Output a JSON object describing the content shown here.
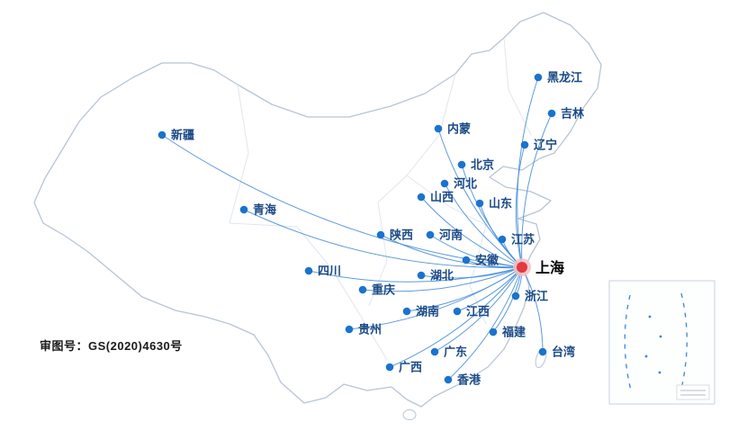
{
  "map": {
    "caption": "审图号：GS(2020)4630号",
    "colors": {
      "line": "#4a90d9",
      "dot": "#1973cf",
      "label": "#1b4a87",
      "hub_dot": "#e2383f",
      "hub_glow": "#f3bfc3",
      "hub_label_color": "#000000",
      "outline": "#b7c5d4"
    },
    "hub": {
      "name": "上海",
      "dot": [
        580,
        297
      ]
    },
    "provinces": [
      {
        "name": "黑龙江",
        "dot": [
          598,
          86
        ]
      },
      {
        "name": "吉林",
        "dot": [
          613,
          126
        ]
      },
      {
        "name": "辽宁",
        "dot": [
          583,
          161
        ]
      },
      {
        "name": "内蒙",
        "dot": [
          487,
          143
        ]
      },
      {
        "name": "新疆",
        "dot": [
          180,
          150
        ]
      },
      {
        "name": "北京",
        "dot": [
          513,
          183
        ]
      },
      {
        "name": "河北",
        "dot": [
          494,
          204
        ]
      },
      {
        "name": "山西",
        "dot": [
          468,
          219
        ]
      },
      {
        "name": "山东",
        "dot": [
          533,
          226
        ]
      },
      {
        "name": "青海",
        "dot": [
          271,
          233
        ]
      },
      {
        "name": "陕西",
        "dot": [
          423,
          261
        ]
      },
      {
        "name": "河南",
        "dot": [
          478,
          261
        ]
      },
      {
        "name": "江苏",
        "dot": [
          558,
          266
        ]
      },
      {
        "name": "安徽",
        "dot": [
          518,
          289
        ]
      },
      {
        "name": "四川",
        "dot": [
          343,
          301
        ]
      },
      {
        "name": "湖北",
        "dot": [
          468,
          306
        ]
      },
      {
        "name": "重庆",
        "dot": [
          403,
          322
        ]
      },
      {
        "name": "浙江",
        "dot": [
          573,
          329
        ]
      },
      {
        "name": "湖南",
        "dot": [
          452,
          346
        ]
      },
      {
        "name": "江西",
        "dot": [
          508,
          346
        ]
      },
      {
        "name": "贵州",
        "dot": [
          388,
          366
        ]
      },
      {
        "name": "福建",
        "dot": [
          548,
          369
        ]
      },
      {
        "name": "广东",
        "dot": [
          483,
          391
        ]
      },
      {
        "name": "台湾",
        "dot": [
          603,
          391
        ]
      },
      {
        "name": "广西",
        "dot": [
          433,
          408
        ]
      },
      {
        "name": "香港",
        "dot": [
          498,
          422
        ]
      }
    ]
  }
}
